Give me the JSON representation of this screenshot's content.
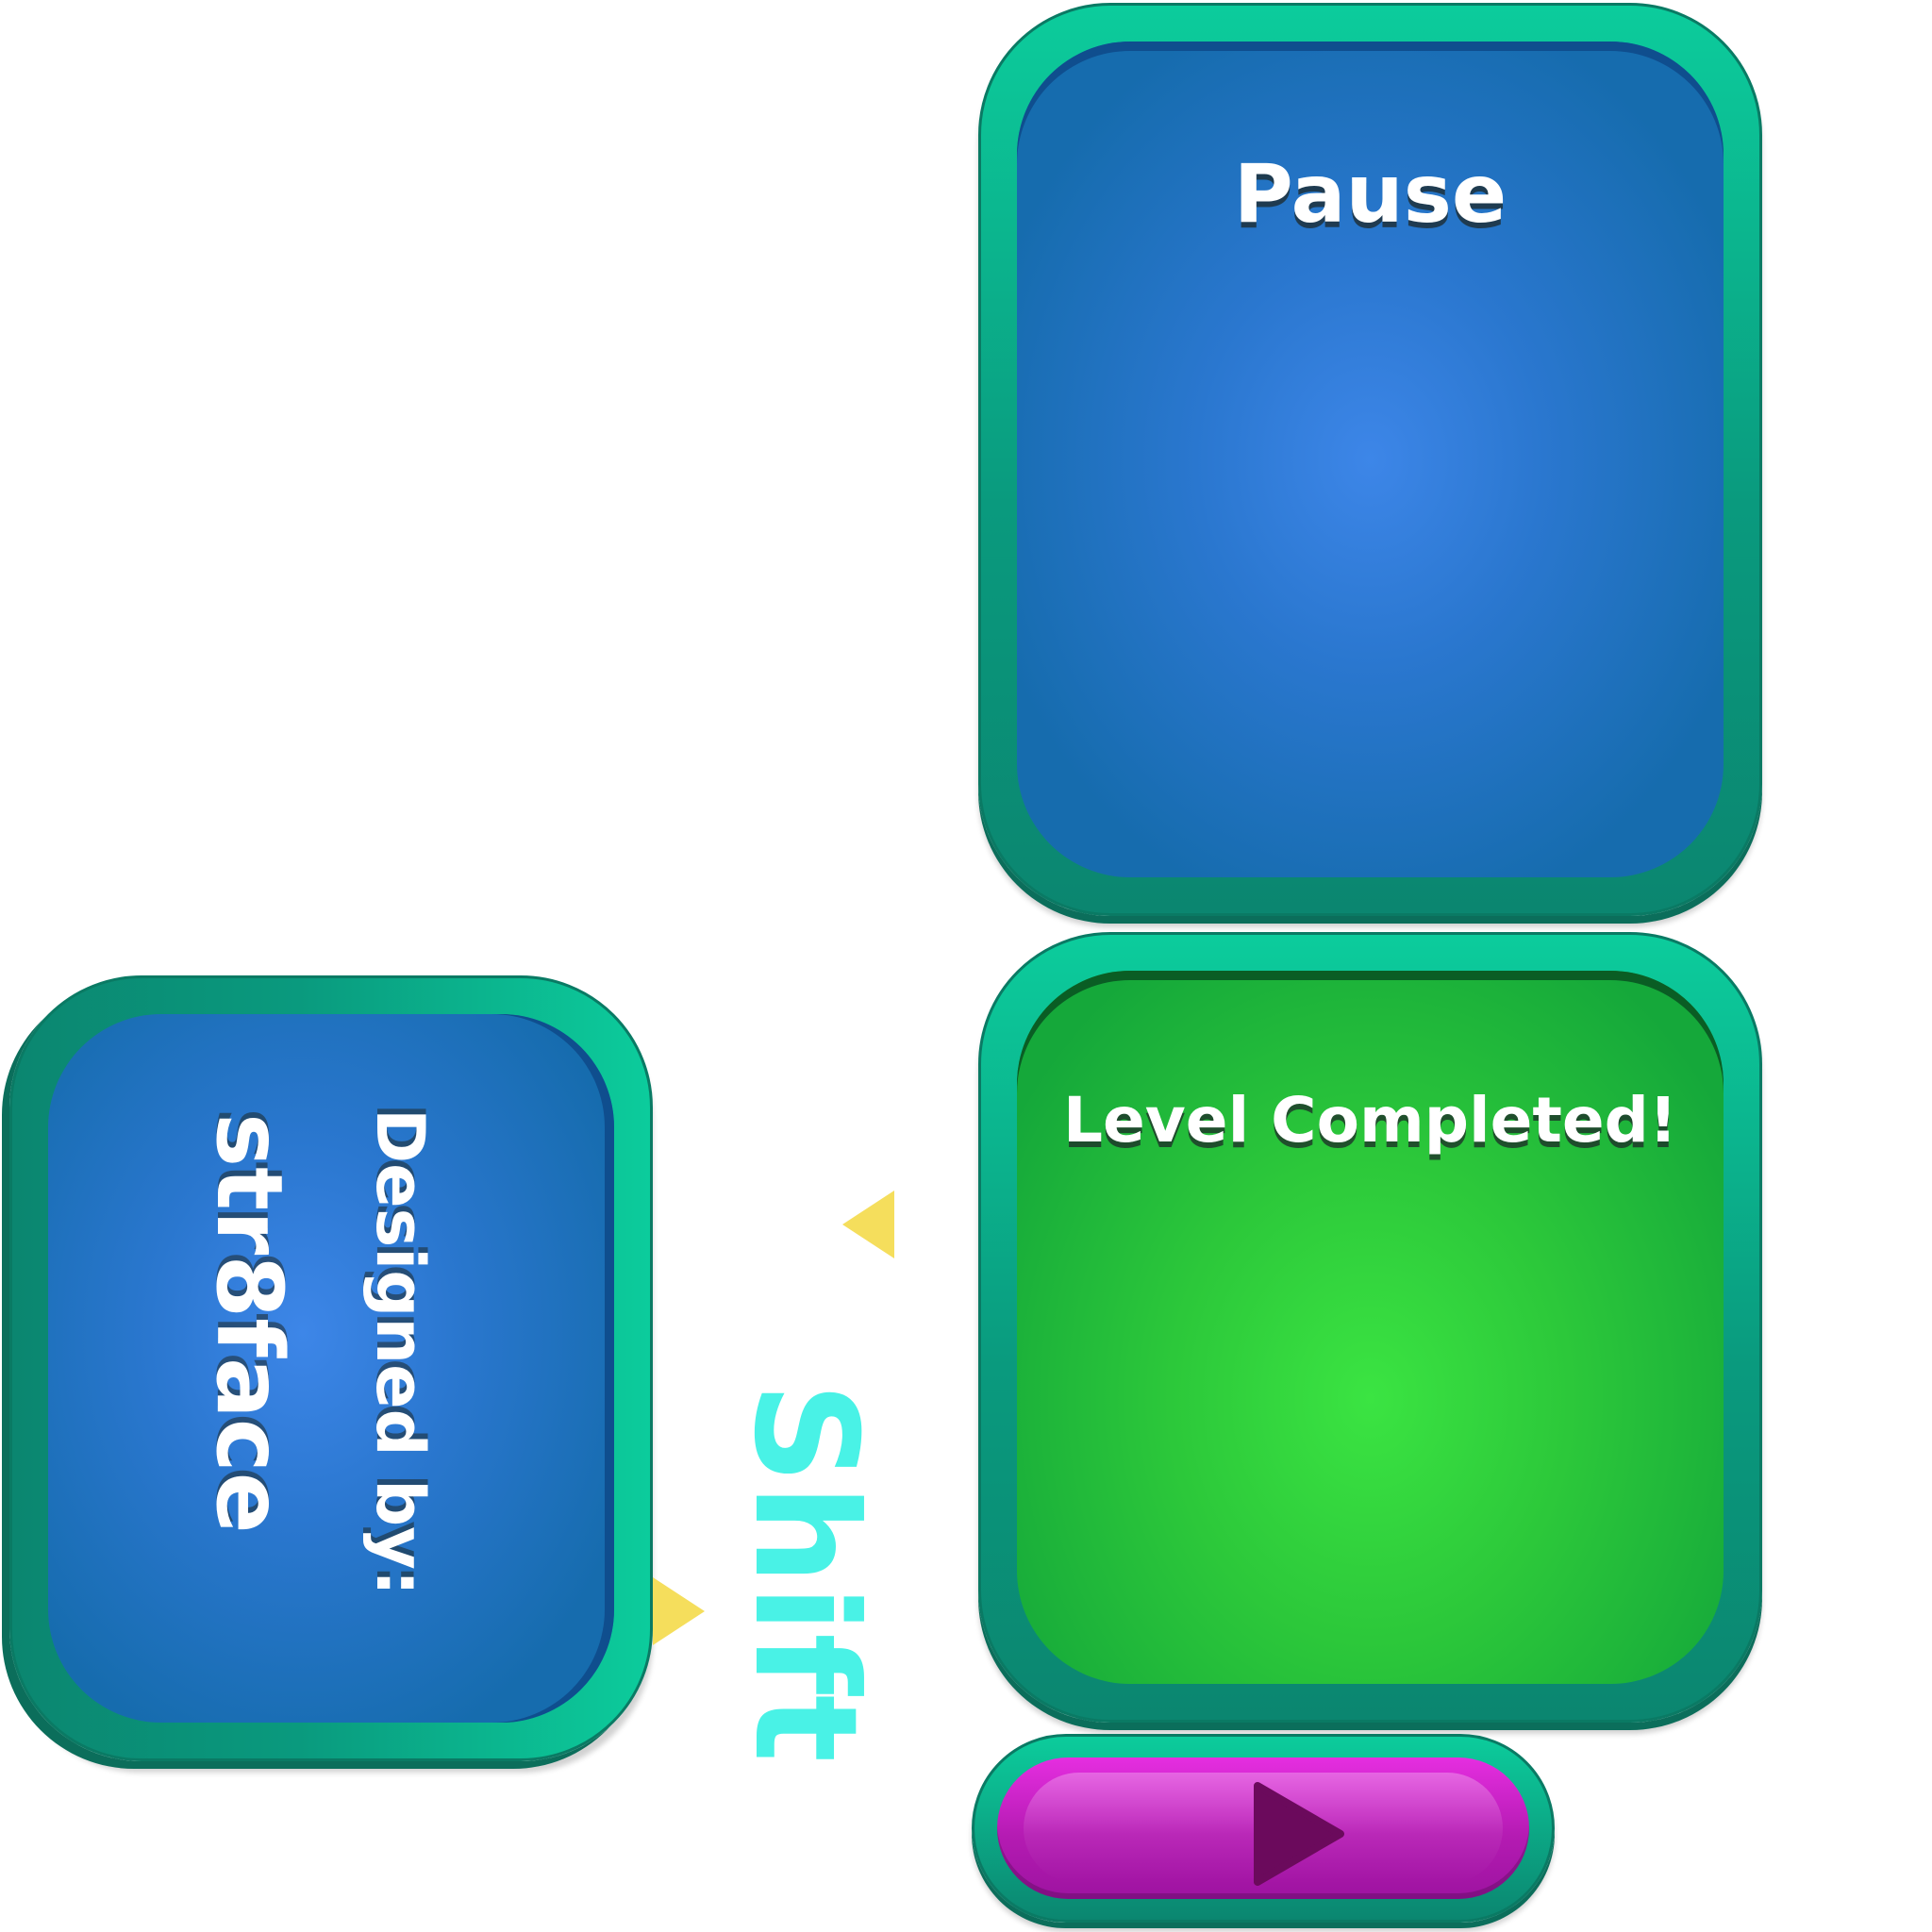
{
  "pause_panel": {
    "title": "Pause"
  },
  "level_panel": {
    "title": "Level Completed!"
  },
  "credits_panel": {
    "label": "Designed by:",
    "name": "str8face"
  },
  "logo": {
    "text": "Shift"
  },
  "play_button": {
    "icon": "play-icon"
  },
  "colors": {
    "frame_teal": "#0ccc9c",
    "panel_blue": "#2a77cf",
    "panel_green": "#2cc83a",
    "logo_cyan": "#49f2e6",
    "marker_yellow": "#f5de5c",
    "button_magenta": "#b51bb3"
  }
}
